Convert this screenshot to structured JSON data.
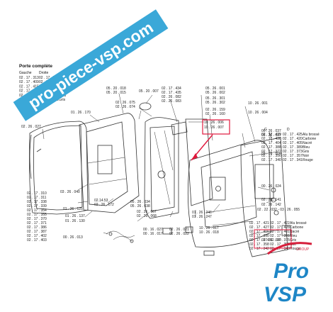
{
  "watermark": {
    "text": "pro-piece-vsp.com"
  },
  "header": {
    "title": "Porte complète",
    "columns": [
      "Gauche",
      "Droite"
    ]
  },
  "parts_table": [
    {
      "left": "02 . 17 . 313",
      "right": "02 . 17 . 314",
      "desc": "A peindre"
    },
    {
      "left": "02 . 17 . 409",
      "right": "02 . 17 . 419",
      "desc": "Rouge"
    },
    {
      "left": "02 . 17 . 415",
      "right": "02 . 17 . 416",
      "desc": "Noire"
    },
    {
      "left": "02 . 17 . 417",
      "right": "02 . 17 . 418",
      "desc": "Ivoire"
    },
    {
      "left": "02 . 17 . 413",
      "right": "02 . 17 . 414",
      "desc": "Bleu"
    },
    {
      "left": "02 . 17 . 411",
      "right": "02 . 17 . 412",
      "desc": "Gris"
    }
  ],
  "side_list_left": [
    "02 . 17 . 310",
    "02 . 17 . 311",
    "02 . 17 . 338",
    "02 . 17 . 339",
    "02 . 17 . 354",
    "02 . 17 . 355",
    "02 . 17 . 370",
    "02 . 17 . 371",
    "02 . 17 . 386",
    "02 . 17 . 387",
    "02 . 17 . 402",
    "02 . 17 . 403"
  ],
  "color_table_right": {
    "columns": [
      "G",
      "D"
    ],
    "rows": [
      {
        "g": "02 . 17 . 429",
        "d": "02 . 17 . 425",
        "desc": "Alu brossé"
      },
      {
        "g": "02 . 17 . 430",
        "d": "02 . 17 . 420",
        "desc": "Carbone"
      },
      {
        "g": "02 . 17 . 404",
        "d": "02 . 17 . 405",
        "desc": "Nacré"
      },
      {
        "g": "02 . 17 . 388",
        "d": "02 . 17 . 389",
        "desc": "Bleu"
      },
      {
        "g": "02 . 17 . 372",
        "d": "02 . 17 . 373",
        "desc": "Gris"
      },
      {
        "g": "02 . 17 . 356",
        "d": "02 . 17 . 357",
        "desc": "Noir"
      },
      {
        "g": "02 . 17 . 340",
        "d": "02 . 17 . 341",
        "desc": "Rouge"
      }
    ]
  },
  "color_table_bottom": {
    "rows": [
      {
        "a": "02 . 17 . 421",
        "b": "02 . 17 . 422",
        "desc": "Alu brossé"
      },
      {
        "a": "02 . 17 . 427",
        "b": "02 . 17 . 428",
        "desc": "Carbone"
      },
      {
        "a": "02 . 17 . 400",
        "b": "02 . 17 . 401",
        "desc": "Nacré"
      },
      {
        "a": "02 . 17 . 390",
        "b": "02 . 17 . 391",
        "desc": "Bleu"
      },
      {
        "a": "02 . 17 . 374",
        "b": "02 . 17 . 375",
        "desc": "Gris"
      },
      {
        "a": "02 . 17 . 358",
        "b": "02 . 17 . 359",
        "desc": "Noir"
      },
      {
        "a": "02 . 17 . 342",
        "b": "02 . 17 . 343",
        "desc": "Rouge"
      }
    ]
  },
  "callouts": [
    {
      "text": "02 . 26 . 027"
    },
    {
      "text": "01 . 26 . 170"
    },
    {
      "text": "05 . 20 . 018"
    },
    {
      "text": "05 . 20 . 015"
    },
    {
      "text": "02 . 26 . 075"
    },
    {
      "text": "02 . 26 . 074"
    },
    {
      "text": "02 . 17 . 434"
    },
    {
      "text": "02 . 17 . 435"
    },
    {
      "text": "02 . 26 . 082"
    },
    {
      "text": "02 . 26 . 083"
    },
    {
      "text": "05 . 20 . 007"
    },
    {
      "text": "05 . 26 . 001"
    },
    {
      "text": "05 . 26 . 002"
    },
    {
      "text": "05 . 26 . 301"
    },
    {
      "text": "05 . 26 . 302"
    },
    {
      "text": "02 . 26 . 159"
    },
    {
      "text": "02 . 26 . 160"
    },
    {
      "text": "10 . 26 . 001"
    },
    {
      "text": "10 . 26 . 004"
    },
    {
      "text": "10 . 26 . 006"
    },
    {
      "text": "10 . 26 . 007"
    },
    {
      "text": "06 . 26 . 037"
    },
    {
      "text": "06 . 26 . 037"
    },
    {
      "text": "02 . 16 . 004"
    },
    {
      "text": "03 . 26 . 040"
    },
    {
      "text": "01 . 26 . 125"
    },
    {
      "text": "02.14.53"
    },
    {
      "text": "02 . 26 . 172"
    },
    {
      "text": "05 . 26 . 034"
    },
    {
      "text": "05 . 26 . 038"
    },
    {
      "text": "01 . 26 . 137"
    },
    {
      "text": "01 . 26 . 130"
    },
    {
      "text": "02 . 26 . 067"
    },
    {
      "text": "02 . 26 . 068"
    },
    {
      "text": "00 . 16 . 027"
    },
    {
      "text": "00 . 16 . 017"
    },
    {
      "text": "02 . 26 . 021"
    },
    {
      "text": "02 . 26 . 022"
    },
    {
      "text": "10 . 26 . 017"
    },
    {
      "text": "10 . 26 . 018"
    },
    {
      "text": "01 . 26 . 246"
    },
    {
      "text": "01 . 26 . 247"
    },
    {
      "text": "00 . 26 . 013"
    },
    {
      "text": "00 . 26 . 024"
    },
    {
      "text": "02 . 26 . 141"
    },
    {
      "text": "02 . 26 . 142"
    },
    {
      "text": "02 . 22 . 032 - 03 . 26 . 055"
    },
    {
      "text": "02 . 26 . 080"
    }
  ],
  "logo": {
    "group_text": "GROUP",
    "line1": "Pro",
    "line2": "VSP"
  },
  "colors": {
    "watermark_band": "#3aa8d8",
    "highlight": "#e0183c",
    "logo_blue": "#1e86c6",
    "logo_red": "#d61f3c"
  }
}
